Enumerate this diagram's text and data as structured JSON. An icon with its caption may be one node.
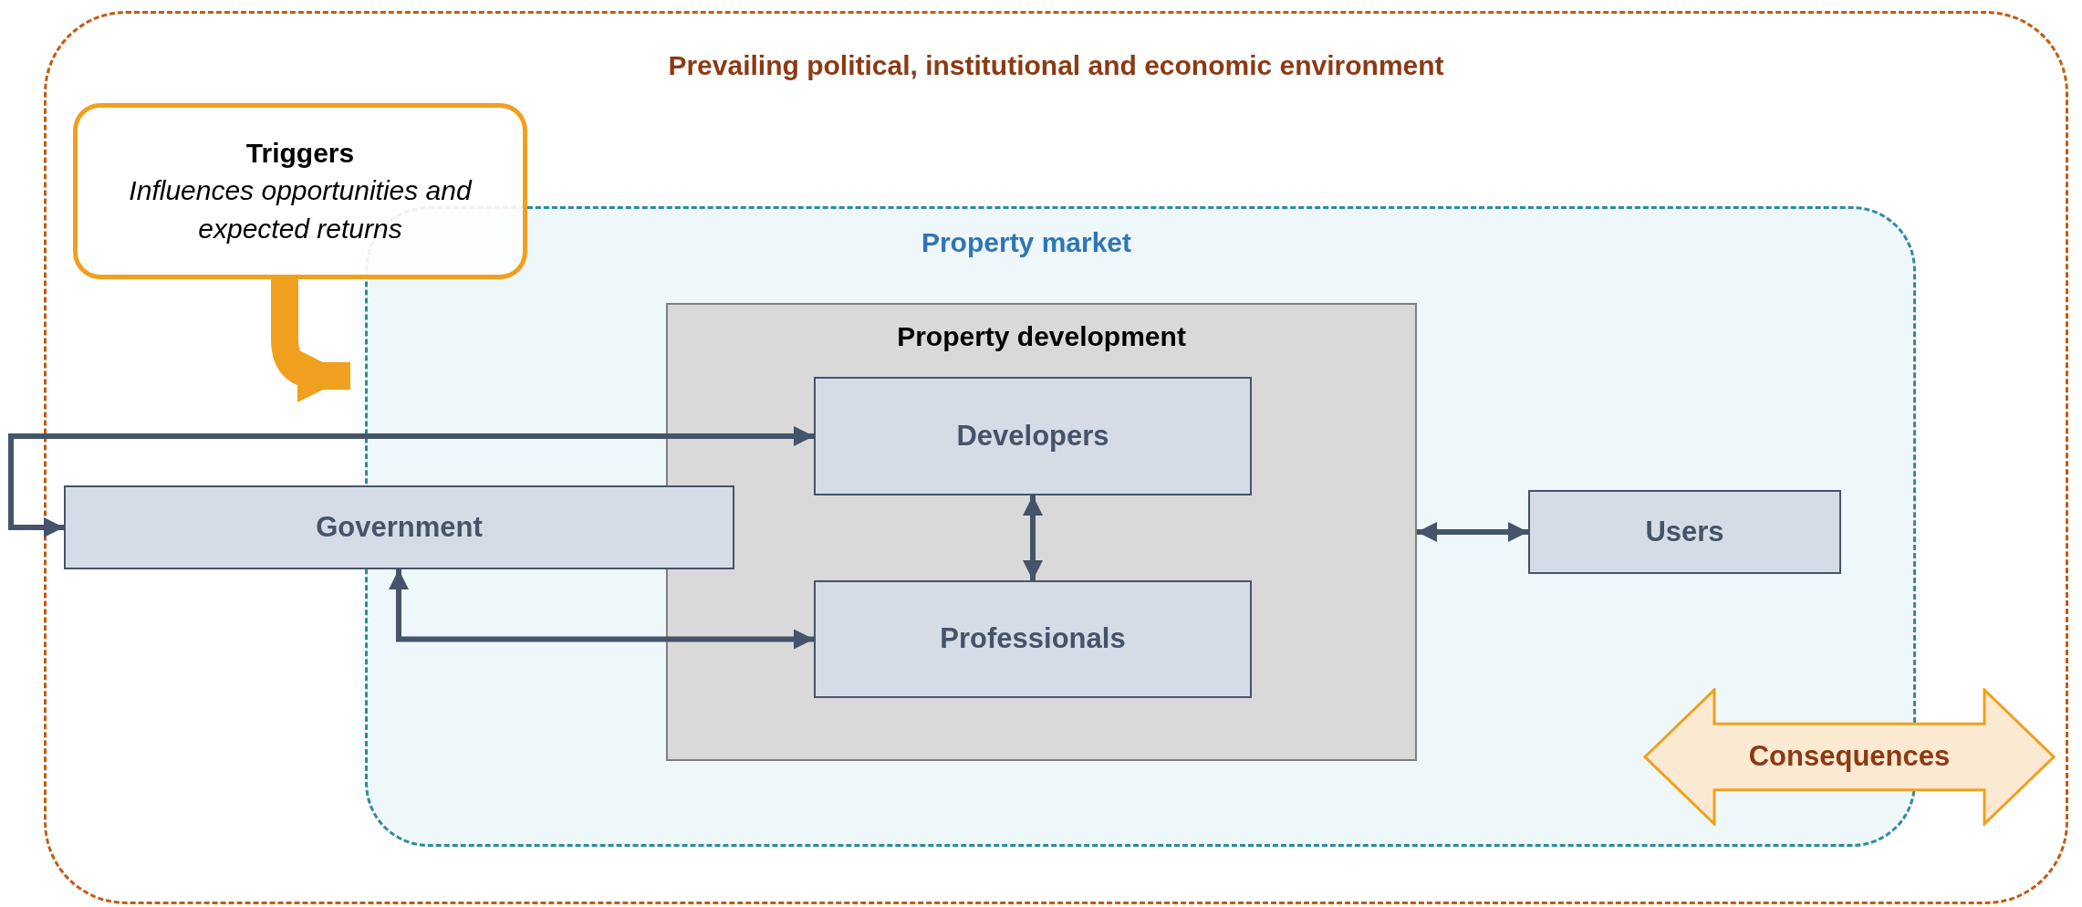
{
  "diagram": {
    "nodes": [
      {
        "text": [
          "Prevailing political, institutional and economic environment"
        ]
      },
      {
        "text": [
          "Triggers",
          "Influences opportunities and expected returns"
        ],
        "in": 0
      },
      {
        "text": [
          "Property market"
        ],
        "in": 0
      },
      {
        "text": [
          "Property development"
        ],
        "in": 2
      },
      {
        "text": [
          "Developers"
        ],
        "in": 3
      },
      {
        "text": [
          "Professionals"
        ],
        "in": 3
      },
      {
        "text": [
          "Government"
        ],
        "in": 0
      },
      {
        "text": [
          "Users"
        ],
        "in": 2
      },
      {
        "text": [
          "Consequences"
        ],
        "in": 0
      }
    ],
    "edges": [
      {
        "from": 1,
        "to": 2,
        "arrow": "to",
        "style": "thick",
        "color": "#f0a01e"
      },
      {
        "from": 6,
        "to": 4,
        "arrow": "both"
      },
      {
        "from": 4,
        "to": 5,
        "arrow": "both"
      },
      {
        "from": 6,
        "to": 5,
        "arrow": "both"
      },
      {
        "from": 3,
        "to": 7,
        "arrow": "both"
      }
    ]
  }
}
